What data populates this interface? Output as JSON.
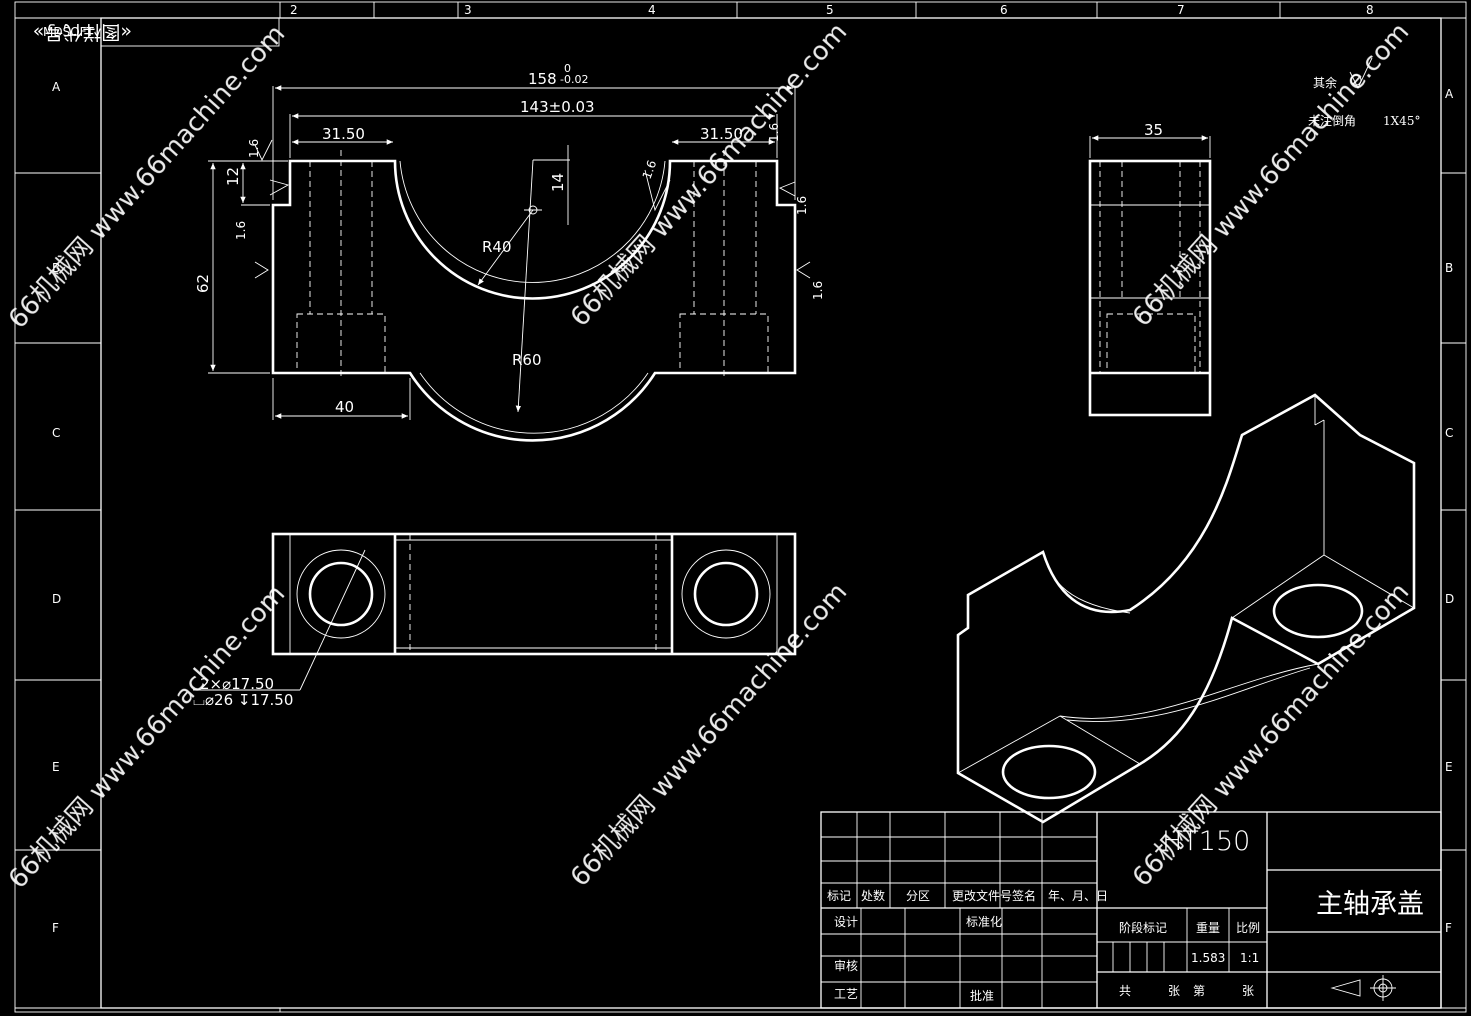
{
  "frame": {
    "company": "MDSOFT",
    "drawing_no_box": "«图样代号»",
    "col_labels": [
      "2",
      "3",
      "4",
      "5",
      "6",
      "7",
      "8"
    ],
    "row_labels": [
      "A",
      "B",
      "C",
      "D",
      "E",
      "F"
    ]
  },
  "notes": {
    "rest_roughness": "其余",
    "chamfer_label": "未注倒角",
    "chamfer_value": "1X45°"
  },
  "dimensions": {
    "overall_length": "158",
    "overall_tol": "-0.02",
    "overall_tol_up": "0",
    "hole_spacing": "143±0.03",
    "left_top_width": "31.50",
    "right_top_width": "31.50",
    "step_height": "12",
    "bore_depth": "14",
    "bore_radius": "R40",
    "outer_radius": "R60",
    "total_height": "62",
    "foot_width": "40",
    "side_width": "35",
    "hole_note_1": "2×⌀17.50",
    "hole_note_2": "⌴⌀26 ↧17.50",
    "roughness_1": "1.6",
    "roughness_2": "1.6",
    "roughness_3": "1.6",
    "roughness_4": "1.6",
    "roughness_5": "1.6",
    "roughness_6": "1.6"
  },
  "title_block": {
    "material": "HT150",
    "part_name": "主轴承盖",
    "mark": "标记",
    "count": "处数",
    "zone": "分区",
    "change_doc": "更改文件号",
    "sign": "签名",
    "date": "年、月、日",
    "design": "设计",
    "standardize": "标准化",
    "review": "审核",
    "process": "工艺",
    "approve": "批准",
    "stage_mark": "阶段标记",
    "weight_label": "重量",
    "scale_label": "比例",
    "weight": "1.583",
    "scale": "1:1",
    "total": "共",
    "sheets": "张",
    "sheet_no": "第",
    "sheet_unit": "张"
  },
  "watermark": "66机械网 www.66machine.com"
}
